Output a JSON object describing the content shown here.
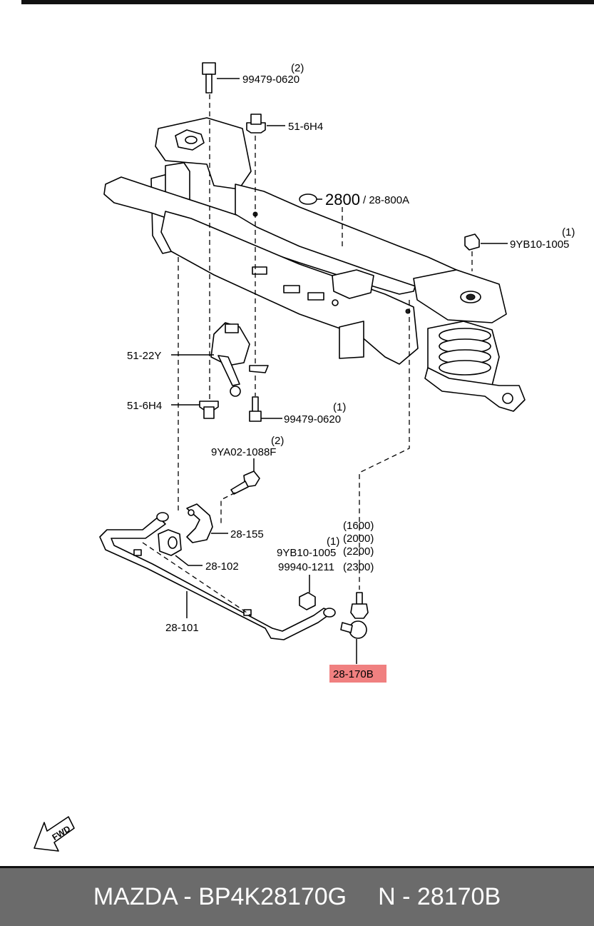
{
  "labels": {
    "bolt_top": "99479-0620",
    "bolt_top_qty": "(2)",
    "plug_top": "51-6H4",
    "crossmember": "2800",
    "crossmember_alt": "/ 28-800A",
    "nut_right": "9YB10-1005",
    "nut_right_qty": "(1)",
    "sensor": "51-22Y",
    "plug_left": "51-6H4",
    "bolt_mid": "99479-0620",
    "bolt_mid_qty": "(1)",
    "bolt_bracket": "9YA02-1088F",
    "bolt_bracket_qty": "(2)",
    "bracket": "28-155",
    "bushing": "28-102",
    "stabilizer": "28-101",
    "variants_1600": "(1600)",
    "variants_2000": "(2000)",
    "variants_2200": "(2200)",
    "variants_2300": "(2300)",
    "nut_link_qty": "(1)",
    "nut_link": "9YB10-1005",
    "link_bolt": "99940-1211",
    "link": "28-170B",
    "fwd": "FWD"
  },
  "colors": {
    "highlight": "#f08080",
    "footer_bg": "#6b6b6b"
  },
  "footer": {
    "left": "MAZDA - BP4K28170G",
    "right": "N - 28170B"
  }
}
